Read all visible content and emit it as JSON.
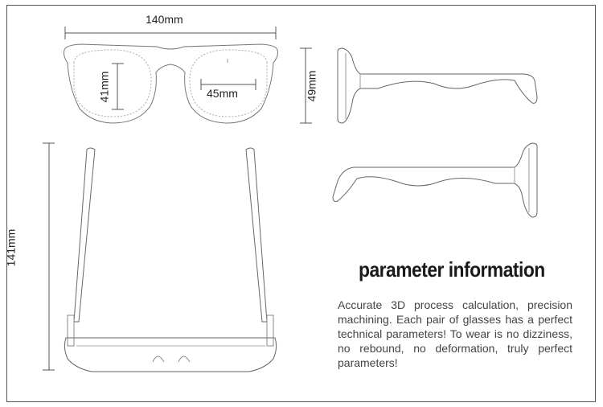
{
  "dimensions": {
    "total_width": "140mm",
    "lens_height": "41mm",
    "lens_width": "45mm",
    "frame_height": "49mm",
    "temple_length": "141mm"
  },
  "info": {
    "title": "parameter information",
    "description": "Accurate 3D process calculation, precision machining. Each pair of glasses has a perfect technical parameters! To wear is no dizziness, no rebound, no deformation, truly perfect parameters!"
  },
  "colors": {
    "line": "#555555",
    "text": "#222222"
  }
}
